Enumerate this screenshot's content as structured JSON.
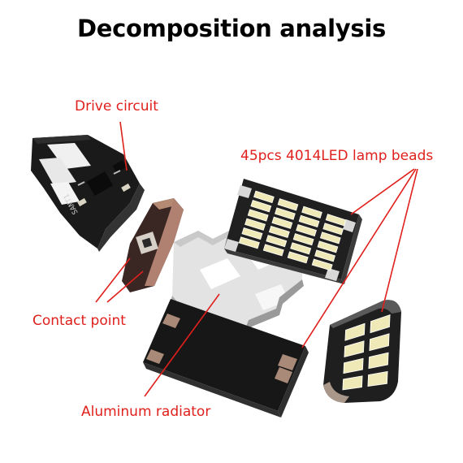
{
  "title": "Decomposition analysis",
  "labels": {
    "drive_circuit": "Drive circuit",
    "led_beads": "45pcs 4014LED lamp beads",
    "contact_point": "Contact point",
    "aluminum_radiator": "Aluminum radiator"
  },
  "board_marking": "SANT1",
  "colors": {
    "label_red": "#e0201c",
    "leader_red": "#e0201c",
    "pcb_black": "#181818",
    "led_yellow": "#efe9b8",
    "aluminum": "#d9d9d9",
    "copper": "#b98a70"
  }
}
